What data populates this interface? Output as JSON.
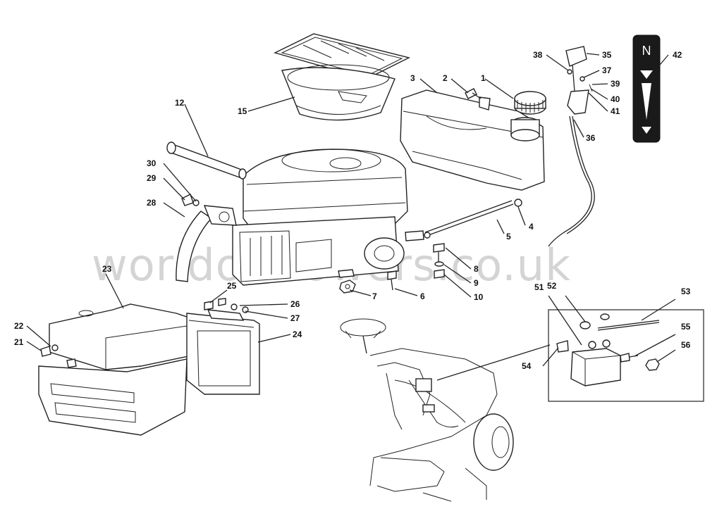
{
  "diagram": {
    "watermark": "worldofmowers.co.uk",
    "callouts": [
      "1",
      "2",
      "3",
      "4",
      "5",
      "6",
      "7",
      "8",
      "9",
      "10",
      "12",
      "15",
      "21",
      "22",
      "23",
      "24",
      "25",
      "26",
      "27",
      "28",
      "29",
      "30",
      "35",
      "36",
      "37",
      "38",
      "39",
      "40",
      "41",
      "42",
      "51",
      "52",
      "53",
      "54",
      "55",
      "56"
    ],
    "placard_symbol": "N"
  }
}
